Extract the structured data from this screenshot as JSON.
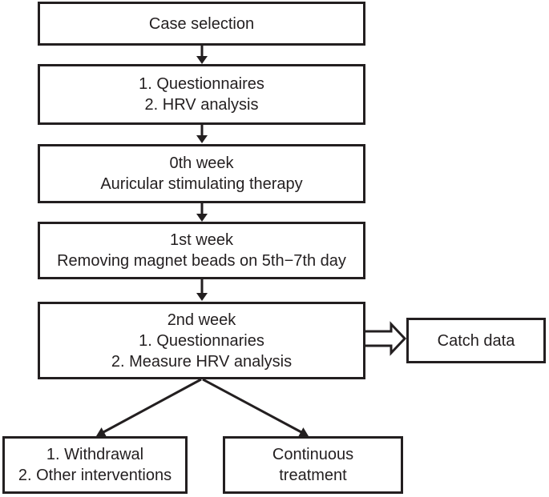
{
  "colors": {
    "line": "#231f20",
    "box_fill": "#ffffff",
    "page_bg": "#ffffff"
  },
  "nodes": {
    "case_selection": {
      "lines": [
        "Case selection"
      ]
    },
    "baseline": {
      "lines": [
        "1. Questionnaires",
        "2. HRV analysis"
      ]
    },
    "week0": {
      "lines": [
        "0th week",
        "Auricular stimulating therapy"
      ]
    },
    "week1": {
      "lines": [
        "1st week",
        "Removing magnet beads on 5th−7th day"
      ]
    },
    "week2": {
      "lines": [
        "2nd week",
        "1. Questionnaries",
        "2. Measure HRV analysis"
      ]
    },
    "catch_data": {
      "lines": [
        "Catch data"
      ]
    },
    "withdrawal": {
      "lines": [
        "1. Withdrawal",
        "2. Other interventions"
      ]
    },
    "continuous": {
      "lines": [
        "Continuous",
        "treatment"
      ]
    }
  }
}
